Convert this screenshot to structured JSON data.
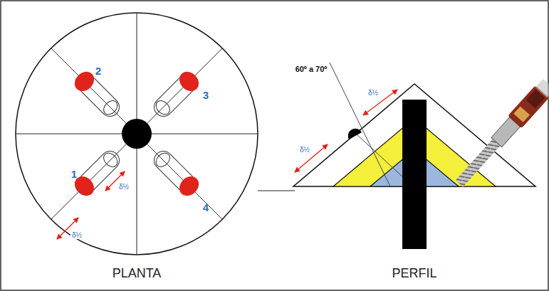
{
  "diagram": {
    "labels": [
      "PLANTA",
      "PERFIL",
      "1",
      "2",
      "3",
      "4",
      "δ½",
      "δ½",
      "δ½",
      "δ½",
      "60º a 70º"
    ]
  }
}
